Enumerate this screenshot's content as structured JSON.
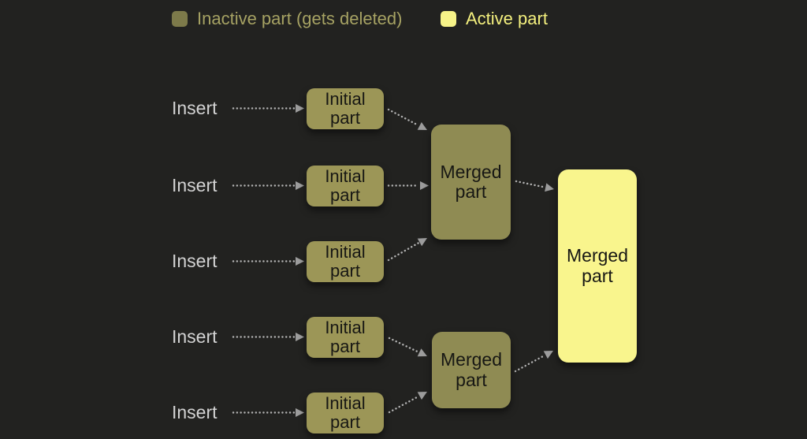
{
  "legend": {
    "inactive": {
      "label": "Inactive part (gets deleted)",
      "swatch_color": "#7d7a4a",
      "text_color": "#a6a263"
    },
    "active": {
      "label": "Active part",
      "swatch_color": "#f7f388",
      "text_color": "#f4f07e"
    }
  },
  "rows": [
    {
      "insert": "Insert",
      "part": "Initial part"
    },
    {
      "insert": "Insert",
      "part": "Initial part"
    },
    {
      "insert": "Insert",
      "part": "Initial part"
    },
    {
      "insert": "Insert",
      "part": "Initial part"
    },
    {
      "insert": "Insert",
      "part": "Initial part"
    }
  ],
  "merged": [
    {
      "label": "Merged part",
      "state": "inactive"
    },
    {
      "label": "Merged part",
      "state": "inactive"
    },
    {
      "label": "Merged part",
      "state": "active"
    }
  ],
  "colors": {
    "background": "#222220",
    "inactive_box_fill": "#9c9657",
    "merged_box_fill": "#8f8b53",
    "active_box_fill": "#f9f58d",
    "insert_text": "#d3d3d3",
    "box_text": "#171714",
    "arrow": "#b3b3b3"
  }
}
